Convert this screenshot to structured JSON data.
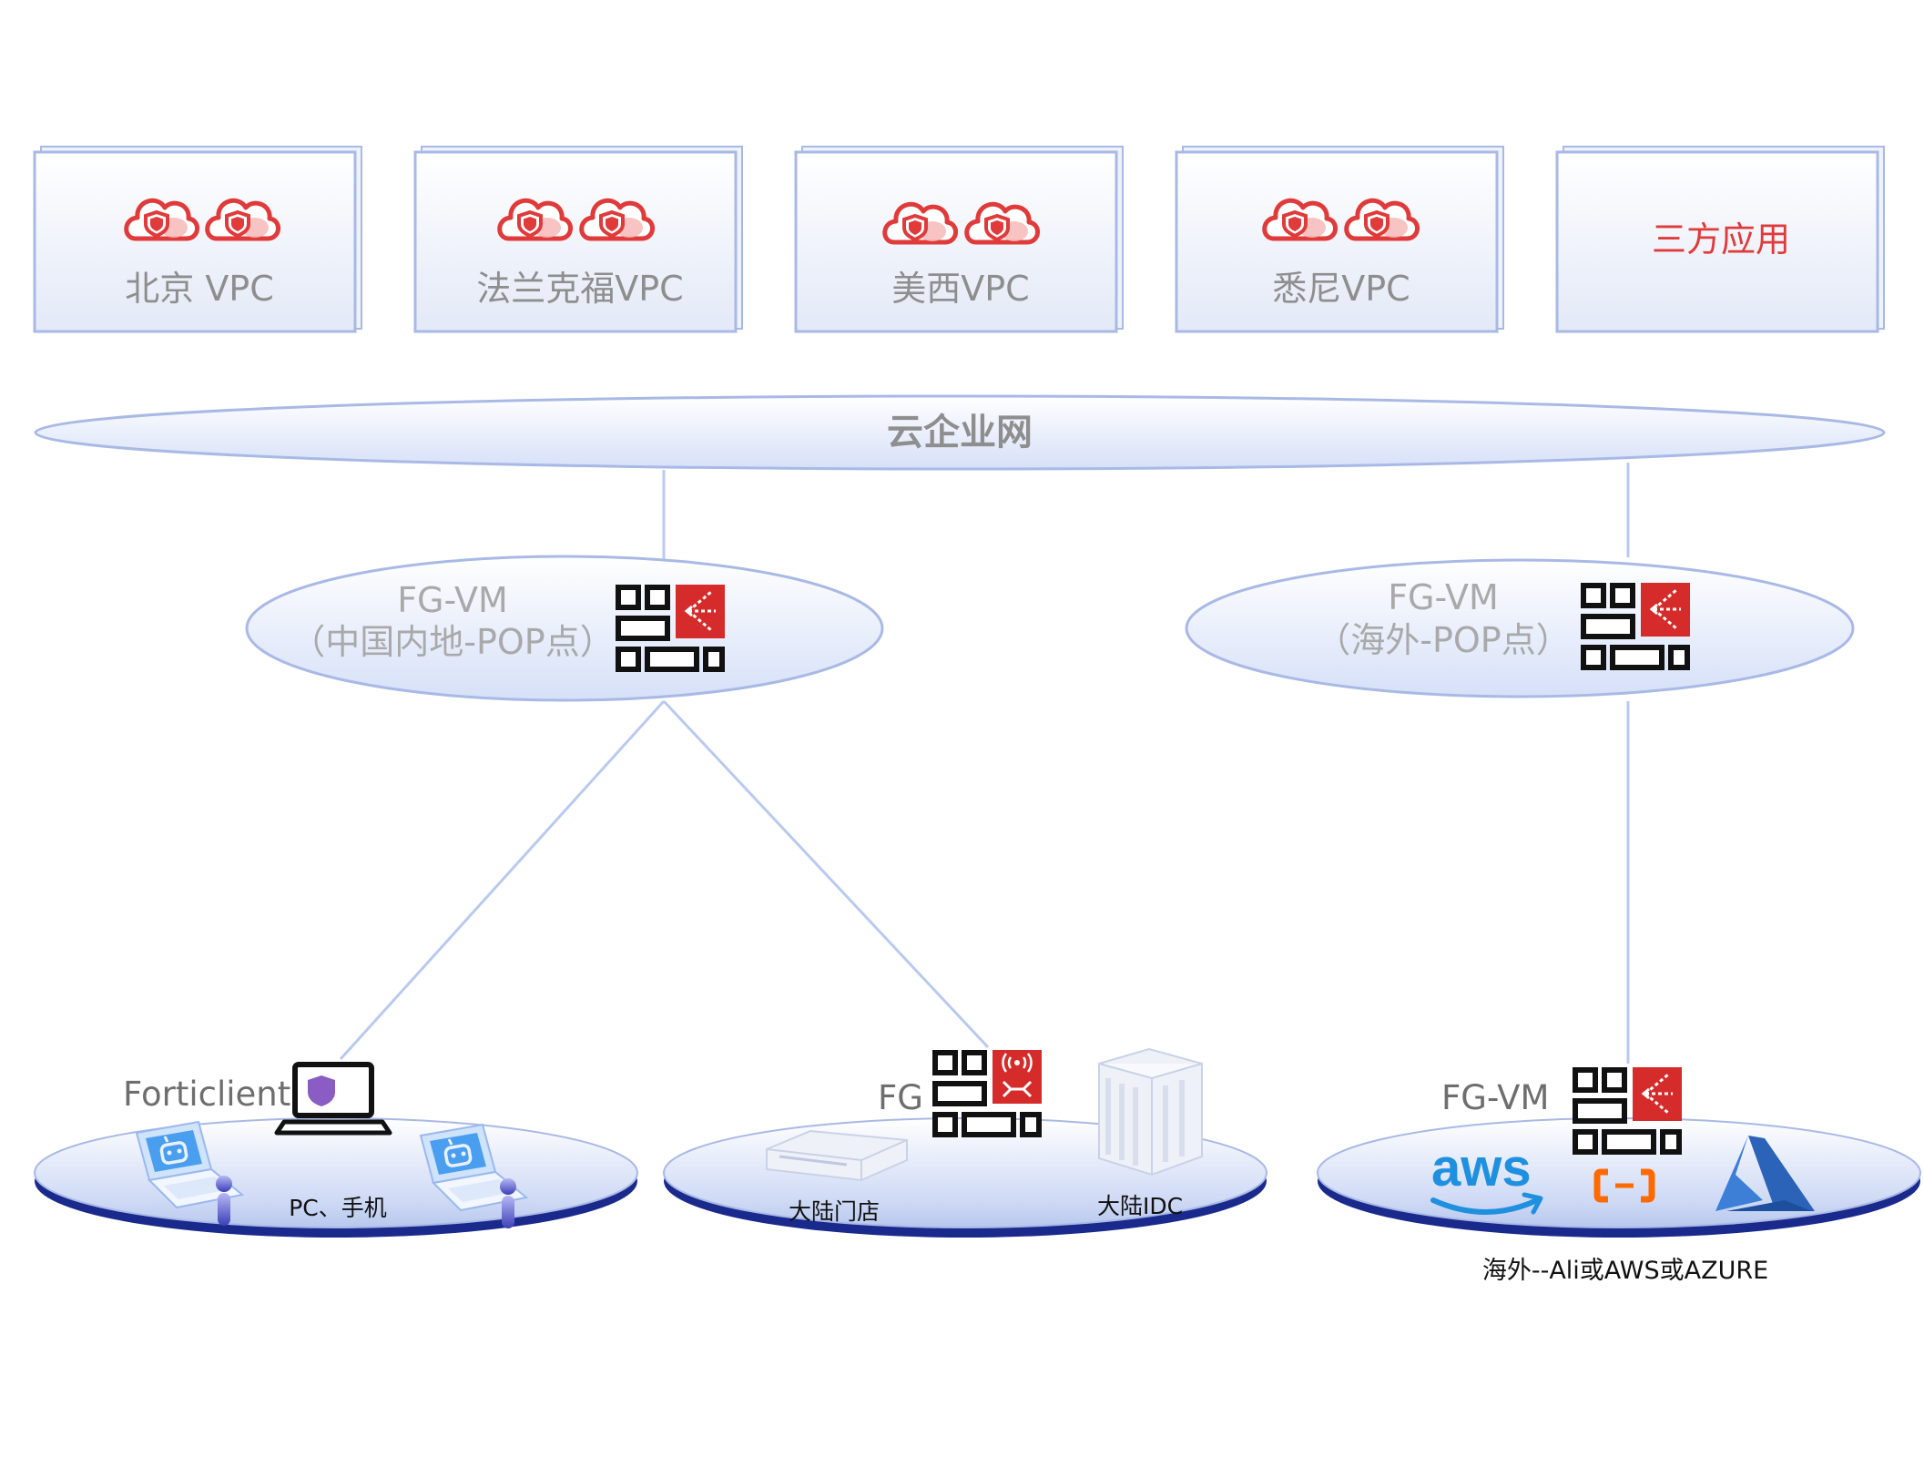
{
  "vpcs": [
    {
      "label": "北京 VPC"
    },
    {
      "label": "法兰克福VPC"
    },
    {
      "label": "美西VPC"
    },
    {
      "label": "悉尼VPC"
    }
  ],
  "third_party": {
    "label": "三方应用"
  },
  "ccn": {
    "label": "云企业网"
  },
  "pop_cn": {
    "line1": "FG-VM",
    "line2": "（中国内地-POP点）"
  },
  "pop_os": {
    "line1": "FG-VM",
    "line2": "（海外-POP点）"
  },
  "client_site": {
    "title": "Forticlient",
    "caption": "PC、手机"
  },
  "mainland_site": {
    "title": "FG",
    "store_label": "大陆门店",
    "idc_label": "大陆IDC"
  },
  "overseas_site": {
    "title": "FG-VM",
    "aws_text": "aws",
    "caption": "海外--Ali或AWS或AZURE"
  },
  "colors": {
    "accent_red": "#e03a3a",
    "line_blue": "#b9caf0",
    "border_blue": "#a9b9e6",
    "dark_navy": "#1a2a8c"
  },
  "icons": [
    "cloud-shield-icon",
    "firewall-icon",
    "wireless-firewall-icon",
    "laptop-icon",
    "shield-icon",
    "user-icon",
    "router-device-icon",
    "server-tower-icon",
    "aws-logo-icon",
    "alibaba-cloud-icon",
    "azure-logo-icon"
  ]
}
